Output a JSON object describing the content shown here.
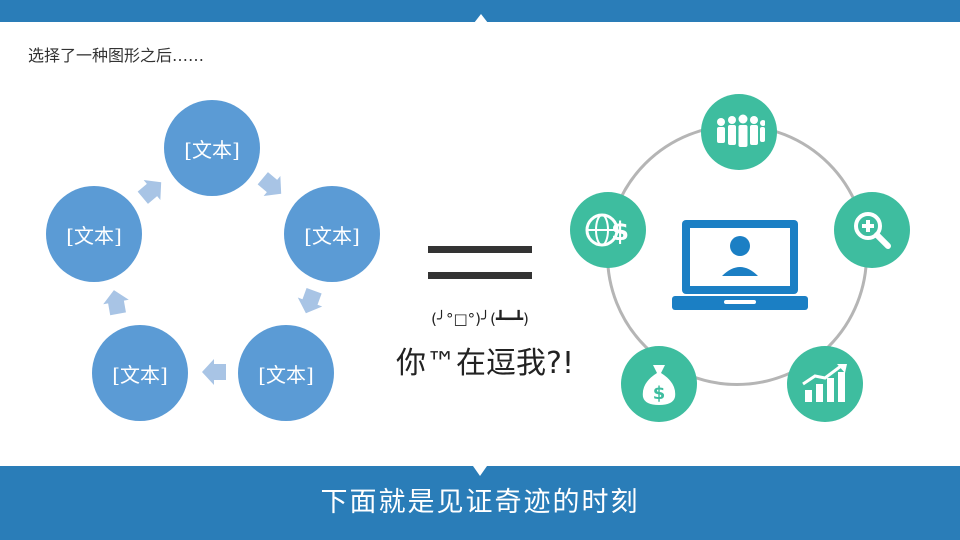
{
  "slide": {
    "subtitle": "选择了一种图形之后……",
    "cycle_labels": [
      "[文本]",
      "[文本]",
      "[文本]",
      "[文本]",
      "[文本]"
    ],
    "kaomoji": "(╯°□°)╯(┻━┻)",
    "slang_text": "你™在逗我?!",
    "bottom_banner": "下面就是见证奇迹的时刻"
  },
  "colors": {
    "brand_blue": "#2a7db8",
    "cycle_node": "#5b9bd5",
    "cycle_arrow": "#a8c4e5",
    "icon_green": "#3ebd9f",
    "laptop_blue": "#1b7fc4"
  },
  "icons": [
    "people-group-icon",
    "search-plus-icon",
    "growth-chart-icon",
    "money-bag-icon",
    "globe-dollar-icon",
    "laptop-user-icon"
  ]
}
